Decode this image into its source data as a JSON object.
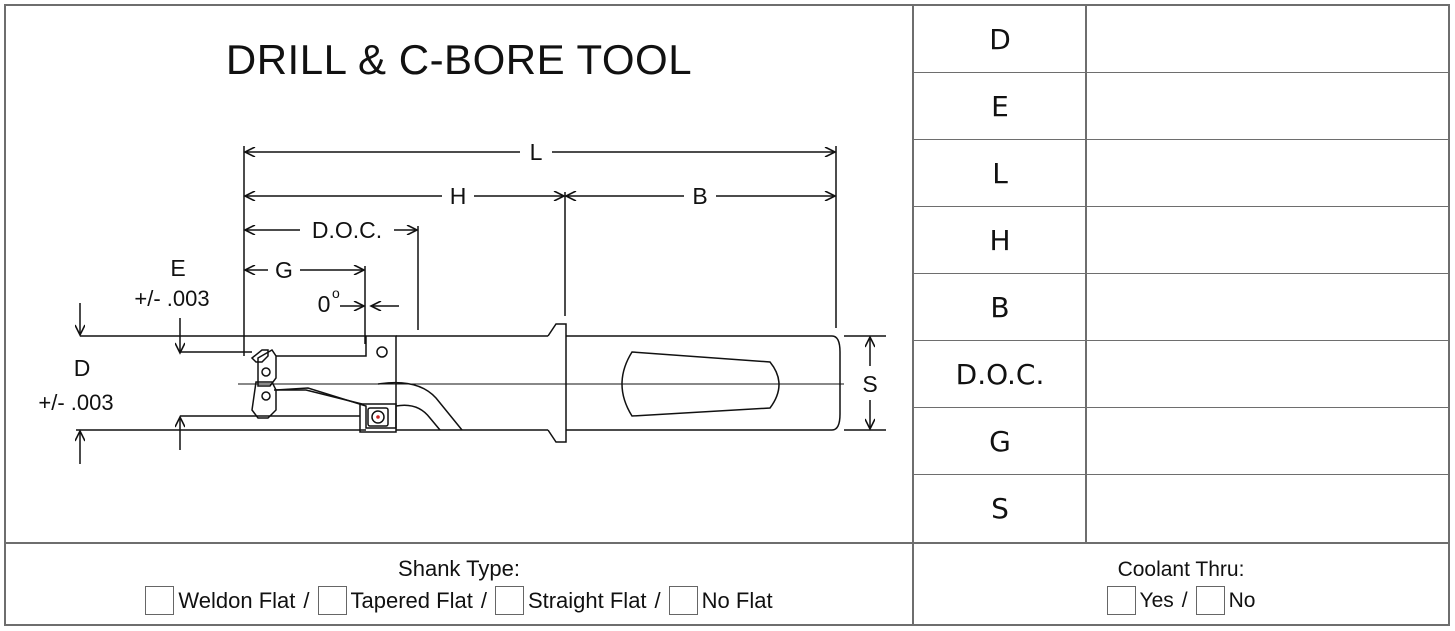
{
  "title": "DRILL & C-BORE TOOL",
  "diagram_labels": {
    "L": "L",
    "H": "H",
    "B": "B",
    "DOC": "D.O.C.",
    "G": "G",
    "E": "E",
    "E_tol": "+/- .003",
    "D": "D",
    "D_tol": "+/- .003",
    "angle": "0",
    "S": "S"
  },
  "dimension_table": [
    {
      "label": "D",
      "value": ""
    },
    {
      "label": "E",
      "value": ""
    },
    {
      "label": "L",
      "value": ""
    },
    {
      "label": "H",
      "value": ""
    },
    {
      "label": "B",
      "value": ""
    },
    {
      "label": "D.O.C.",
      "value": ""
    },
    {
      "label": "G",
      "value": ""
    },
    {
      "label": "S",
      "value": ""
    }
  ],
  "shank_type": {
    "title": "Shank Type:",
    "options": [
      "Weldon Flat",
      "Tapered Flat",
      "Straight Flat",
      "No Flat"
    ],
    "separator": "/"
  },
  "coolant_thru": {
    "title": "Coolant Thru:",
    "options": [
      "Yes",
      "No"
    ],
    "separator": "/"
  },
  "colors": {
    "border": "#6e6e6e",
    "line": "#111111",
    "accent_red": "#cc2222"
  }
}
